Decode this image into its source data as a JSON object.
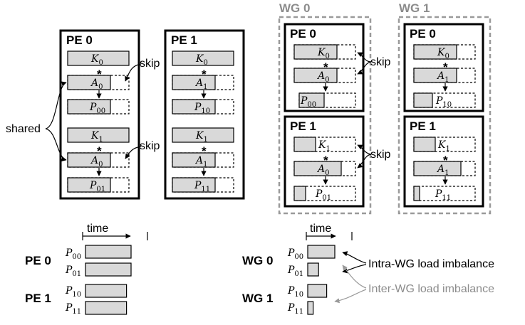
{
  "skip_label": "skip",
  "shared_label": "shared",
  "time_label": "time",
  "intra_label": "Intra-WG load imbalance",
  "inter_label": "Inter-WG load imbalance",
  "pe_groups": [
    {
      "title": "PE 0",
      "sections": [
        {
          "k": "K",
          "k_sub": "0",
          "a": "A",
          "a_sub": "0",
          "p": "P",
          "p_sub": "00"
        },
        {
          "k": "K",
          "k_sub": "1",
          "a": "A",
          "a_sub": "0",
          "p": "P",
          "p_sub": "01"
        }
      ]
    },
    {
      "title": "PE 1",
      "sections": [
        {
          "k": "K",
          "k_sub": "0",
          "a": "A",
          "a_sub": "1",
          "p": "P",
          "p_sub": "10"
        },
        {
          "k": "K",
          "k_sub": "1",
          "a": "A",
          "a_sub": "1",
          "p": "P",
          "p_sub": "11"
        }
      ]
    }
  ],
  "wg_groups": [
    {
      "title": "WG 0",
      "pes": [
        {
          "title": "PE 0",
          "k": "K",
          "k_sub": "0",
          "a": "A",
          "a_sub": "0",
          "p": "P",
          "p_sub": "00"
        },
        {
          "title": "PE 1",
          "k": "K",
          "k_sub": "1",
          "a": "A",
          "a_sub": "0",
          "p": "P",
          "p_sub": "01"
        }
      ]
    },
    {
      "title": "WG 1",
      "pes": [
        {
          "title": "PE 0",
          "k": "K",
          "k_sub": "0",
          "a": "A",
          "a_sub": "1",
          "p": "P",
          "p_sub": "10"
        },
        {
          "title": "PE 1",
          "k": "K",
          "k_sub": "1",
          "a": "A",
          "a_sub": "1",
          "p": "P",
          "p_sub": "11"
        }
      ]
    }
  ],
  "timeline_left": {
    "groups": [
      {
        "title": "PE 0",
        "rows": [
          {
            "p": "P",
            "sub": "00",
            "duration": 1.0
          },
          {
            "p": "P",
            "sub": "01",
            "duration": 1.0
          }
        ]
      },
      {
        "title": "PE 1",
        "rows": [
          {
            "p": "P",
            "sub": "10",
            "duration": 0.9
          },
          {
            "p": "P",
            "sub": "11",
            "duration": 0.9
          }
        ]
      }
    ]
  },
  "timeline_right": {
    "groups": [
      {
        "title": "WG 0",
        "rows": [
          {
            "p": "P",
            "sub": "00",
            "duration": 1.0
          },
          {
            "p": "P",
            "sub": "01",
            "duration": 0.4
          }
        ]
      },
      {
        "title": "WG 1",
        "rows": [
          {
            "p": "P",
            "sub": "10",
            "duration": 0.7
          },
          {
            "p": "P",
            "sub": "11",
            "duration": 0.2
          }
        ]
      }
    ]
  }
}
